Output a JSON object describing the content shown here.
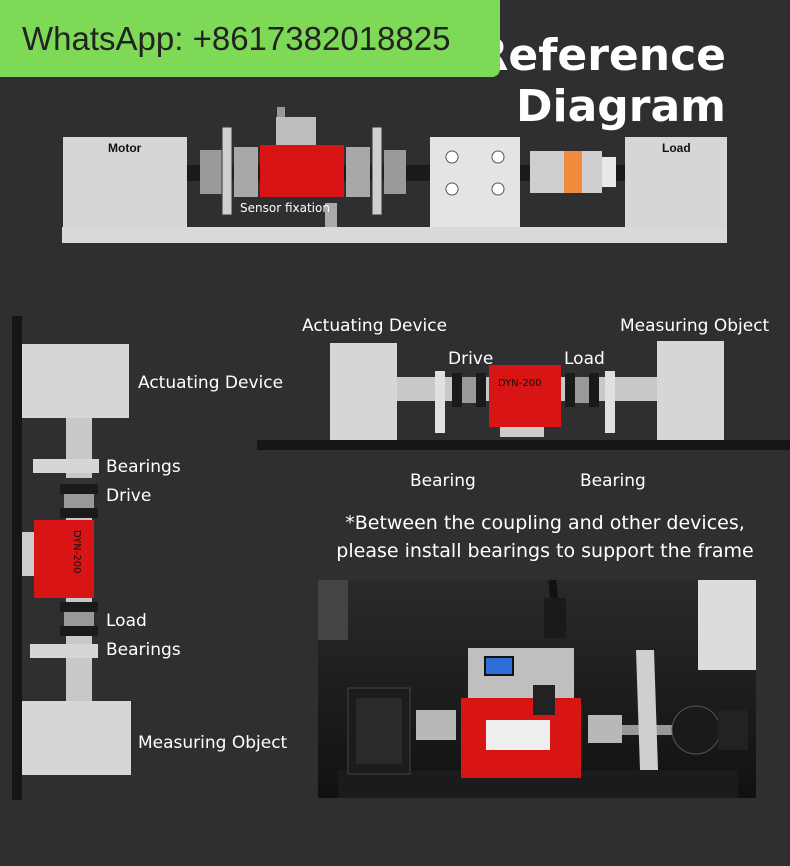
{
  "title": "Installation Reference Diagram",
  "watermark": {
    "text": "WhatsApp: +8617382018825"
  },
  "top_diagram": {
    "motor_label": "Motor",
    "load_label": "Load",
    "sensor_label": "Sensor fixation"
  },
  "horizontal_diagram": {
    "actuating_label": "Actuating Device",
    "measuring_label": "Measuring Object",
    "drive_label": "Drive",
    "load_label": "Load",
    "sensor_model": "DYN-200",
    "bearing_left": "Bearing",
    "bearing_right": "Bearing"
  },
  "vertical_diagram": {
    "actuating_label": "Actuating Device",
    "bearings_top": "Bearings",
    "drive_label": "Drive",
    "sensor_model": "DYN-200",
    "load_label": "Load",
    "bearings_bottom": "Bearings",
    "measuring_label": "Measuring Object"
  },
  "note": {
    "line1": "*Between the coupling and other devices,",
    "line2": "please install bearings to support the frame"
  },
  "colors": {
    "sensor_red": "#d81414",
    "block_gray": "#d6d6d6",
    "whatsapp_green": "#7ed957"
  }
}
